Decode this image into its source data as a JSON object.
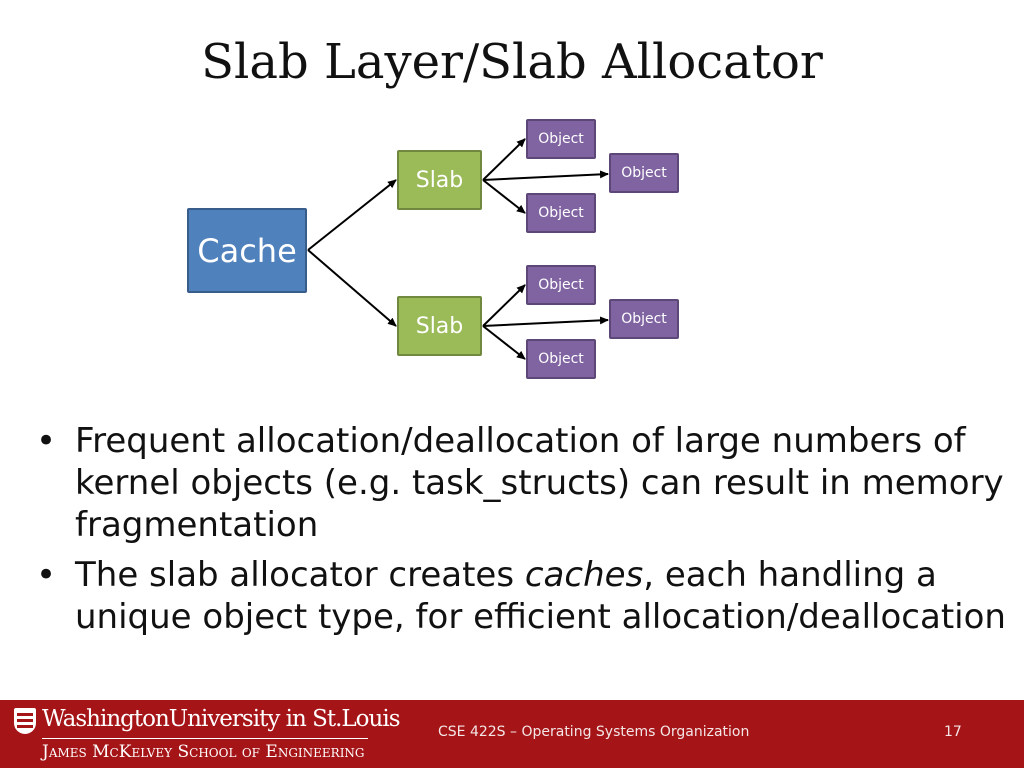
{
  "slide": {
    "title": "Slab Layer/Slab Allocator"
  },
  "diagram": {
    "cache_label": "Cache",
    "slabs": [
      {
        "label": "Slab",
        "objects": [
          "Object",
          "Object",
          "Object"
        ]
      },
      {
        "label": "Slab",
        "objects": [
          "Object",
          "Object",
          "Object"
        ]
      }
    ],
    "colors": {
      "cache": "#4f81bd",
      "slab": "#9bbb59",
      "object": "#8064a2"
    }
  },
  "bullets": [
    {
      "bullet": "•",
      "text": "Frequent allocation/deallocation of large numbers of kernel objects (e.g. task_structs) can result in memory fragmentation"
    },
    {
      "bullet": "•",
      "pre": "The slab allocator creates ",
      "em": "caches",
      "post": ", each handling a unique object type, for efficient allocation/deallocation"
    }
  ],
  "footer": {
    "university": "WashingtonUniversity in St.Louis",
    "school": "James McKelvey School of Engineering",
    "course": "CSE 422S – Operating Systems Organization",
    "page_number": "17",
    "brand_color": "#a51417"
  }
}
